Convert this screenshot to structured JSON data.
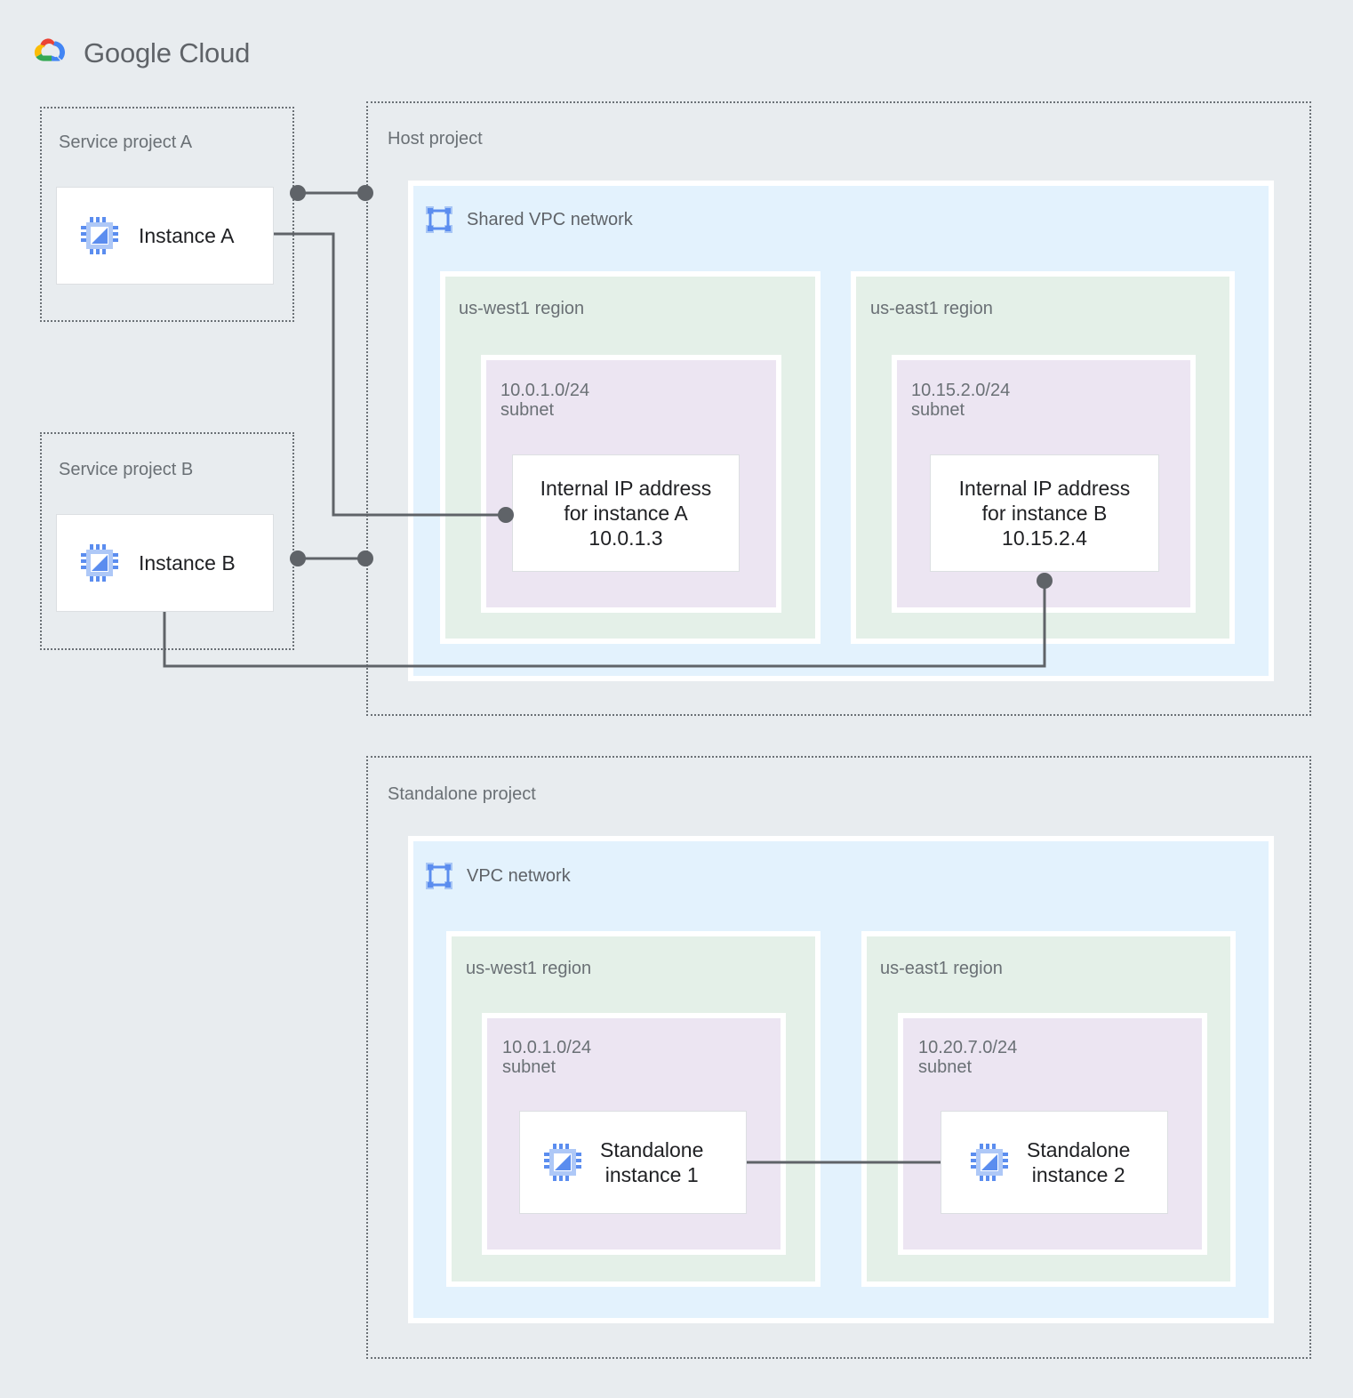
{
  "brand": {
    "logo_icon": "google-cloud-logo-icon",
    "name_part1": "Google",
    "name_part2": "Cloud",
    "colors": {
      "logo_red": "#ea4335",
      "logo_yellow": "#fbbc05",
      "logo_green": "#34a853",
      "logo_blue": "#4285f4",
      "page_background": "#e8ecef",
      "project_border": "#6b7176",
      "vpc_fill": "#e3f2fd",
      "region_fill": "#e4f0e8",
      "subnet_fill": "#ece5f2",
      "card_fill": "#ffffff",
      "wire": "#5f6368",
      "icon_blue": "#5b8def",
      "label_text": "#6a7075",
      "card_text": "#202124"
    }
  },
  "service_project_a": {
    "label": "Service project A",
    "instance": {
      "icon": "compute-instance-chip-icon",
      "label": "Instance A"
    }
  },
  "service_project_b": {
    "label": "Service project B",
    "instance": {
      "icon": "compute-instance-chip-icon",
      "label": "Instance B"
    }
  },
  "host_project": {
    "label": "Host project",
    "network": {
      "icon": "vpc-network-icon",
      "title": "Shared VPC network",
      "regions": [
        {
          "label": "us-west1 region",
          "subnet": {
            "label": "10.0.1.0/24\nsubnet",
            "cidr": "10.0.1.0/24",
            "card_text": "Internal IP address\nfor instance A\n10.0.1.3",
            "ip": "10.0.1.3"
          }
        },
        {
          "label": "us-east1 region",
          "subnet": {
            "label": "10.15.2.0/24\nsubnet",
            "cidr": "10.15.2.0/24",
            "card_text": "Internal IP address\nfor instance B\n10.15.2.4",
            "ip": "10.15.2.4"
          }
        }
      ]
    }
  },
  "standalone_project": {
    "label": "Standalone project",
    "network": {
      "icon": "vpc-network-icon",
      "title": "VPC network",
      "regions": [
        {
          "label": "us-west1 region",
          "subnet": {
            "label": "10.0.1.0/24\nsubnet",
            "cidr": "10.0.1.0/24",
            "instance": {
              "icon": "compute-instance-chip-icon",
              "label": "Standalone\ninstance 1"
            }
          }
        },
        {
          "label": "us-east1 region",
          "subnet": {
            "label": "10.20.7.0/24\nsubnet",
            "cidr": "10.20.7.0/24",
            "instance": {
              "icon": "compute-instance-chip-icon",
              "label": "Standalone\ninstance 2"
            }
          }
        }
      ]
    }
  },
  "connections": [
    {
      "name": "instance-a-to-host-project",
      "from": "Instance A",
      "to": "Host project"
    },
    {
      "name": "instance-a-to-internal-ip-a",
      "from": "Instance A",
      "to": "Internal IP address for instance A 10.0.1.3"
    },
    {
      "name": "instance-b-to-host-project",
      "from": "Instance B",
      "to": "Host project"
    },
    {
      "name": "instance-b-to-internal-ip-b",
      "from": "Instance B",
      "to": "Internal IP address for instance B 10.15.2.4"
    },
    {
      "name": "standalone-instance-1-to-standalone-instance-2",
      "from": "Standalone instance 1",
      "to": "Standalone instance 2"
    }
  ]
}
